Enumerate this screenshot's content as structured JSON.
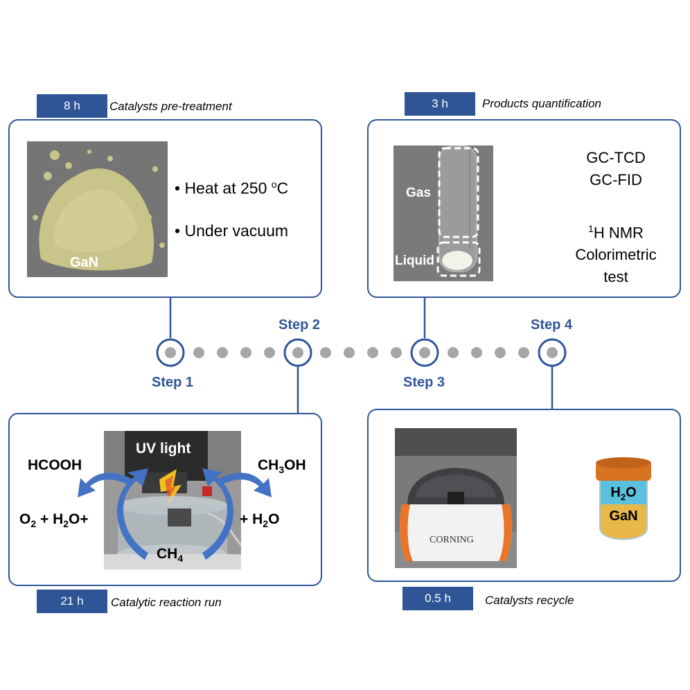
{
  "steps": {
    "step1": {
      "label": "Step 1",
      "duration": "8 h",
      "caption": "Catalysts pre-treatment"
    },
    "step2": {
      "label": "Step 2",
      "duration": "21 h",
      "caption": "Catalytic reaction run"
    },
    "step3": {
      "label": "Step 3",
      "duration": "3 h",
      "caption": "Products quantification"
    },
    "step4": {
      "label": "Step 4",
      "duration": "0.5 h",
      "caption": "Catalysts recycle"
    }
  },
  "pretreatment": {
    "photo_label": "GaN",
    "bullet1_text": "Heat at 250 ",
    "bullet1_sup": "o",
    "bullet1_unit": "C",
    "bullet2_text": "Under vacuum",
    "bullet_symbol": "•"
  },
  "quantification": {
    "gas_label": "Gas",
    "liquid_label": "Liquid",
    "gas_methods_line1": "GC-TCD",
    "gas_methods_line2": "GC-FID",
    "liquid_sup": "1",
    "liquid_methods_line1": "H NMR",
    "liquid_methods_line2": "Colorimetric",
    "liquid_methods_line3": "test"
  },
  "reaction": {
    "uv_label": "UV light",
    "left_product": "HCOOH",
    "right_product_pre": "CH",
    "right_product_sub": "3",
    "right_product_post": "OH",
    "left_reactant_a": "O",
    "left_reactant_a_sub": "2",
    "left_reactant_b": " + H",
    "left_reactant_b_sub": "2",
    "left_reactant_c": "O+",
    "right_reactant_pre": "+ H",
    "right_reactant_sub": "2",
    "right_reactant_post": "O",
    "methane_pre": "CH",
    "methane_sub": "4"
  },
  "recycle": {
    "brand_label": "CORNING",
    "vial_top_pre": "H",
    "vial_top_sub": "2",
    "vial_top_post": "O",
    "vial_bottom": "GaN"
  },
  "colors": {
    "accent": "#2f5597",
    "dot": "#a6a6a6",
    "gan_powder": "#c9c48a",
    "water": "#5bc0de",
    "gan_layer": "#e8b84a",
    "cap": "#d9731f"
  }
}
